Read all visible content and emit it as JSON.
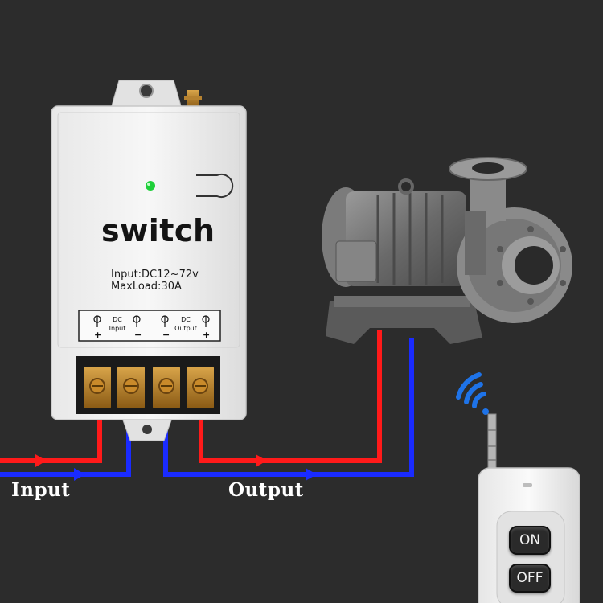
{
  "device": {
    "title": "switch",
    "spec_input": "Input:DC12~72v",
    "spec_load": "MaxLoad:30A",
    "terminal_dc_left": "DC",
    "terminal_input": "Input",
    "terminal_dc_right": "DC",
    "terminal_output": "Output"
  },
  "labels": {
    "input": "Input",
    "output": "Output"
  },
  "remote": {
    "on": "ON",
    "off": "OFF"
  },
  "colors": {
    "background": "#2c2c2c",
    "positive_wire": "#ff1a1a",
    "negative_wire": "#1a2bff",
    "led": "#1fcf3a",
    "signal": "#1e73e8"
  }
}
